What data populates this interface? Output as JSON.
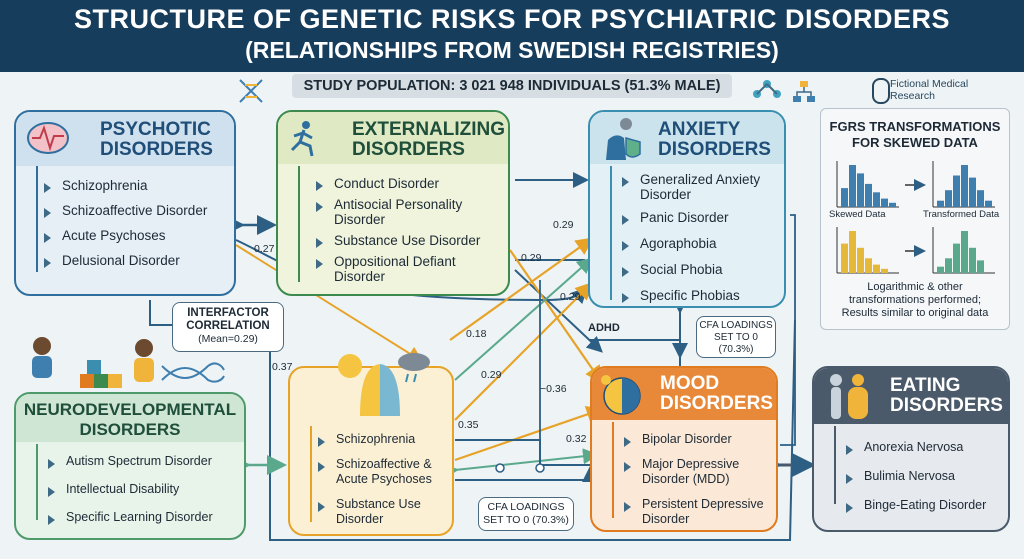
{
  "header": {
    "title_line1": "STRUCTURE OF GENETIC RISKS FOR PSYCHIATRIC DISORDERS",
    "title_line2": "(RELATIONSHIPS FROM SWEDISH REGISTRIES)",
    "population": "STUDY POPULATION: 3 021 948 INDIVIDUALS (51.3% MALE)",
    "logo_line1": "Fictional Medical",
    "logo_line2": "Research"
  },
  "colors": {
    "psychotic": "#2f6f9f",
    "externalizing": "#3c8a4e",
    "anxiety": "#3a8fb0",
    "mood": "#e07b1f",
    "eating": "#4a5a6a",
    "neurodevelopmental": "#4e9a6b",
    "gold": "#f0b43a"
  },
  "psychotic": {
    "title1": "PSYCHOTIC",
    "title2": "DISORDERS",
    "items": [
      "Schizophrenia",
      "Schizoaffective Disorder",
      "Acute Psychoses",
      "Delusional Disorder"
    ]
  },
  "externalizing": {
    "title1": "EXTERNALIZING",
    "title2": "DISORDERS",
    "items": [
      "Conduct Disorder",
      "Antisocial Personality\nDisorder",
      "Substance Use Disorder",
      "Oppositional Defiant\nDisorder"
    ]
  },
  "anxiety": {
    "title1": "ANXIETY",
    "title2": "DISORDERS",
    "items": [
      "Generalized Anxiety\nDisorder",
      "Panic Disorder",
      "Agoraphobia",
      "Social Phobia",
      "Specific Phobias"
    ]
  },
  "neuro": {
    "title1": "NEURODEVELOPMENTAL",
    "title2": "DISORDERS",
    "items": [
      "Autism Spectrum Disorder",
      "Intellectual Disability",
      "Specific Learning Disorder"
    ]
  },
  "center": {
    "items": [
      "Schizophrenia",
      "Schizoaffective &\nAcute Psychoses",
      "Substance Use\nDisorder"
    ]
  },
  "mood": {
    "title1": "MOOD",
    "title2": "DISORDERS",
    "items": [
      "Bipolar Disorder",
      "Major Depressive\nDisorder (MDD)",
      "Persistent Depressive\nDisorder"
    ]
  },
  "eating": {
    "title1": "EATING",
    "title2": "DISORDERS",
    "items": [
      "Anorexia Nervosa",
      "Bulimia Nervosa",
      "Binge-Eating Disorder"
    ]
  },
  "interfactor": {
    "line1": "INTERFACTOR",
    "line2": "CORRELATION",
    "line3": "(Mean=0.29)"
  },
  "cfa_right": {
    "line1": "CFA LOADINGS",
    "line2": "SET TO 0",
    "line3": "(70.3%)"
  },
  "cfa_bottom": {
    "line1": "CFA LOADINGS",
    "line2": "SET TO 0 (70.3%)"
  },
  "adhd_label": "ADHD",
  "correlations": {
    "c_027": "0.27",
    "c_029a": "0.29",
    "c_029b": "0.29",
    "c_029c": "0.29",
    "c_018": "0.18",
    "c_037": "0.37",
    "c_029d": "0.29",
    "c_035": "0.35",
    "c_m036": "−0.36",
    "c_032": "0.32"
  },
  "fgrs": {
    "title1": "FGRS TRANSFORMATIONS",
    "title2": "FOR SKEWED DATA",
    "skewed_label": "Skewed Data",
    "transformed_label": "Transformed Data",
    "note_line1": "Logarithmic & other",
    "note_line2": "transformations performed;",
    "note_line3": "Results similar to original data",
    "skewed_hist": [
      0.45,
      1.0,
      0.8,
      0.55,
      0.35,
      0.2,
      0.1
    ],
    "transformed_hist": [
      0.15,
      0.4,
      0.75,
      1.0,
      0.7,
      0.4,
      0.15
    ],
    "skewed_hist_b": [
      0.7,
      1.0,
      0.6,
      0.35,
      0.2,
      0.1
    ],
    "transformed_hist_b": [
      0.15,
      0.35,
      0.7,
      1.0,
      0.6,
      0.3
    ]
  }
}
